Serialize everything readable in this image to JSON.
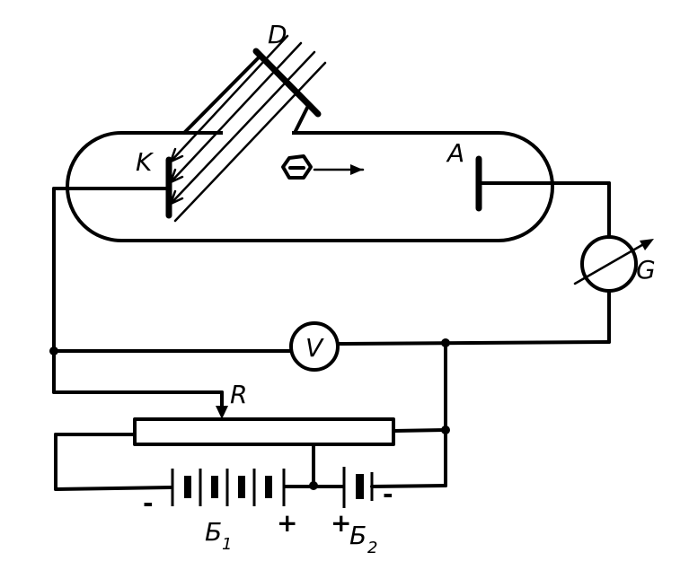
{
  "labels": {
    "light_source": "D",
    "cathode": "K",
    "anode": "A",
    "galvanometer": "G",
    "voltmeter": "V",
    "rheostat": "R",
    "battery1_main": "Б",
    "battery1_sub": "1",
    "battery2_main": "Б",
    "battery2_sub": "2",
    "plus_b1": "+",
    "plus_b2": "+",
    "minus_b1": "-",
    "minus_b2": "-"
  }
}
